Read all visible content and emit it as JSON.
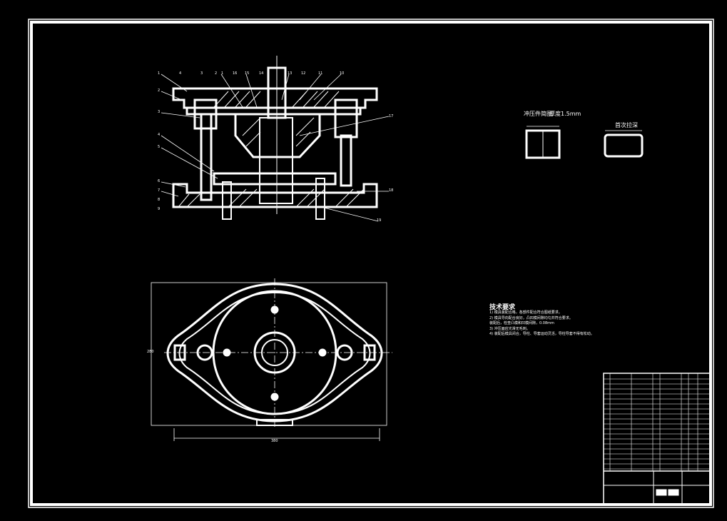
{
  "drawing": {
    "background": "#000000",
    "line_color": "#ffffff",
    "part_labels_left": [
      "1",
      "2",
      "3",
      "4",
      "5",
      "6",
      "7",
      "8",
      "9"
    ],
    "part_labels_top": [
      "4",
      "3",
      "2",
      "1",
      "16",
      "15",
      "14",
      "13",
      "12",
      "11",
      "10"
    ],
    "part_labels_right": [
      "17",
      "18",
      "19"
    ],
    "blank_section": {
      "title": "冲压件简图",
      "note": "厚度1.5mm"
    },
    "preform_section": {
      "title": "首次拉深"
    },
    "plan_view": {
      "width_dim": "380",
      "height_dim": "280"
    },
    "technical_requirements": {
      "title": "技术要求",
      "items": [
        "1) 模具装配合格，各部件配合符合图纸要求。",
        "2) 模具导向配合良好，凸凹模间隙均匀并符合要求。",
        "   装配后，检查凸模和凹模间隙，0.08mm",
        "3) 冲压面应光滑无毛刺。",
        "4) 装配后模具闭合，导柱、导套运动灵活，导柱导套不得有松动。"
      ]
    }
  }
}
